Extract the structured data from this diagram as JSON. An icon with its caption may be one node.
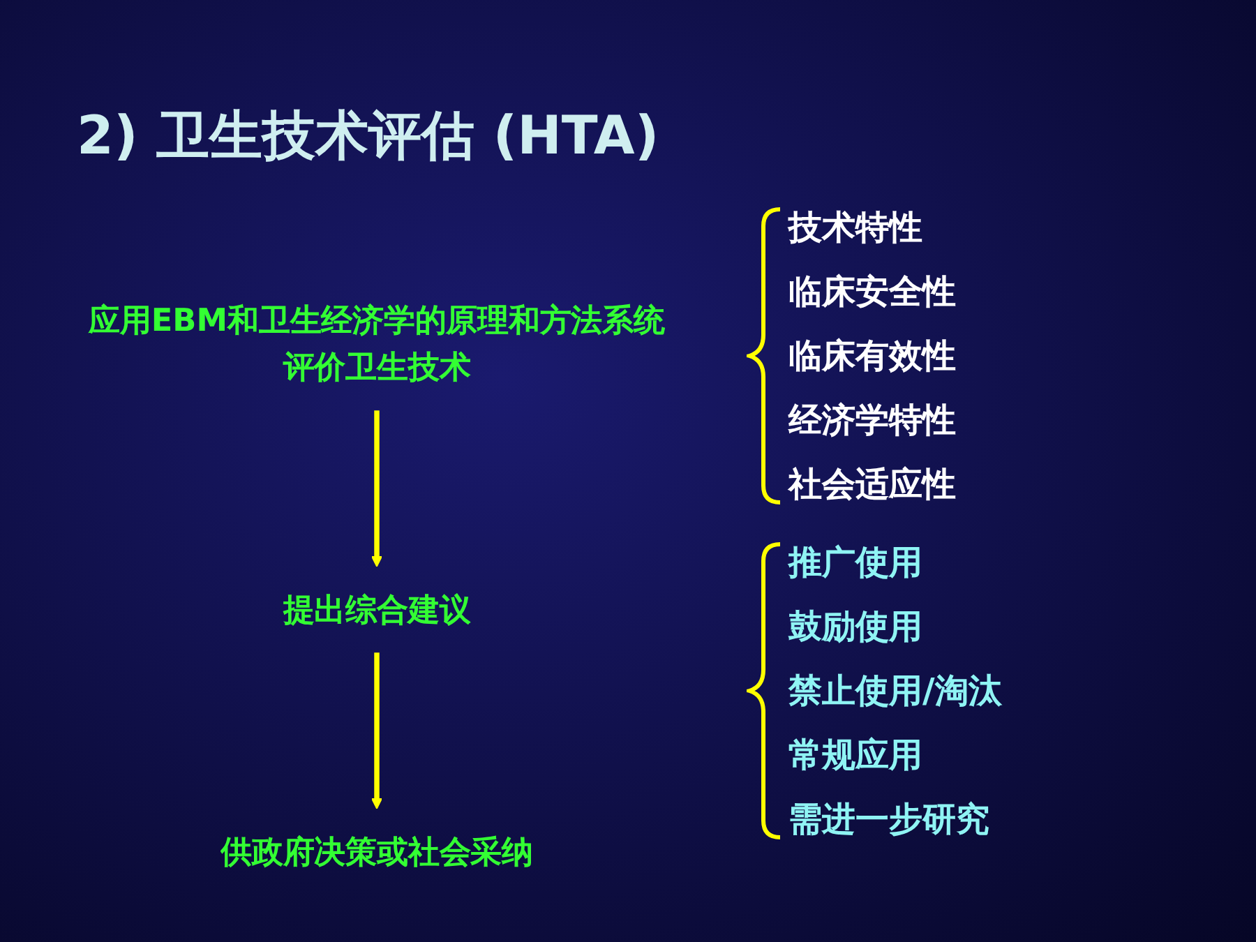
{
  "diagram": {
    "title": "2) 卫生技术评估 (HTA)",
    "nodes": [
      {
        "text": [
          "应用EBM和卫生经济学的原理和方法系统评价卫生技术"
        ]
      },
      {
        "text": [
          "提出综合建议"
        ]
      },
      {
        "text": [
          "供政府决策或社会采纳"
        ]
      }
    ],
    "edges": [
      {
        "from": 0,
        "to": 1,
        "arrow": "to"
      },
      {
        "from": 1,
        "to": 2,
        "arrow": "to"
      }
    ],
    "labels": [
      "技术特性",
      "临床安全性",
      "临床有效性",
      "经济学特性",
      "社会适应性",
      "推广使用",
      "鼓励使用",
      "禁止使用/淘汰",
      "常规应用",
      "需进一步研究"
    ]
  }
}
